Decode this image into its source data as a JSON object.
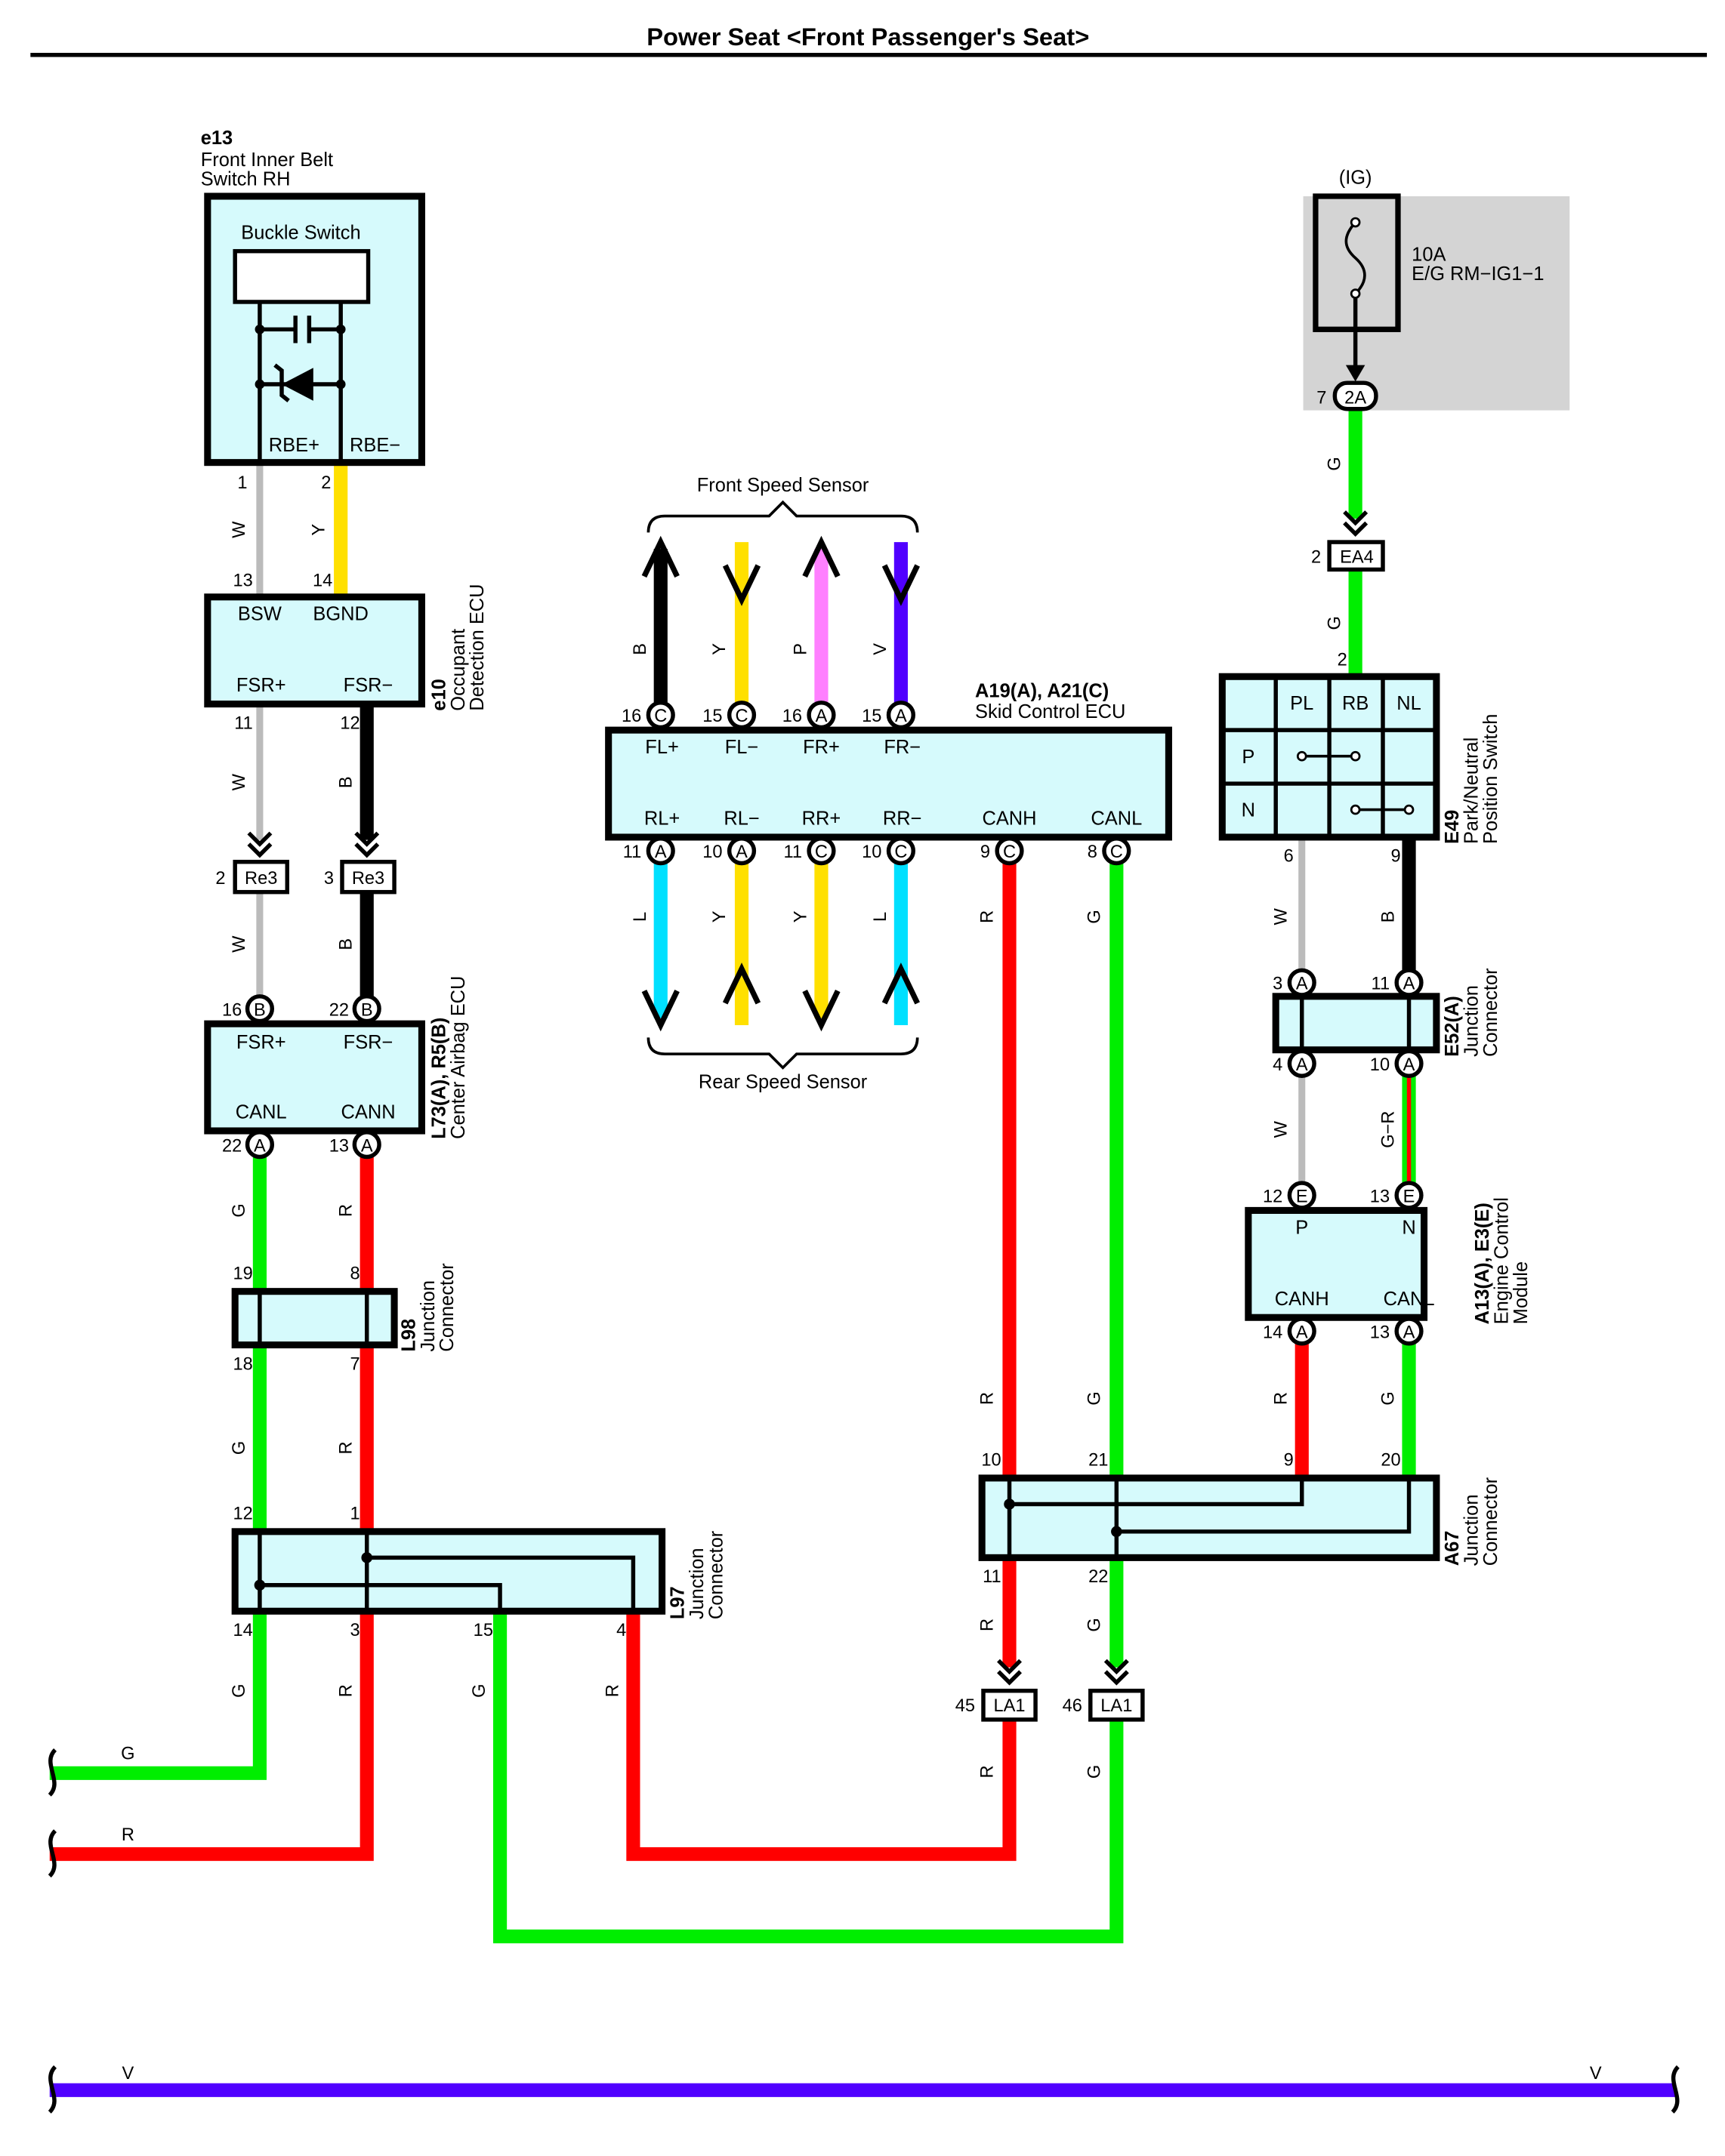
{
  "title": "Power Seat <Front Passenger's Seat>",
  "colors": {
    "G": "#00ee00",
    "R": "#ff0000",
    "W": "#bbbbbb",
    "Y": "#ffe000",
    "B": "#000000",
    "P": "#ff80ff",
    "V": "#5000ff",
    "L": "#00e0ff",
    "GR_red": "#ff0000",
    "box_fill": "#d6fafc",
    "fuse_bg": "#d4d4d4"
  },
  "components": {
    "e13": {
      "code": "e13",
      "name1": "Front Inner Belt",
      "name2": "Switch RH",
      "switch": "Buckle Switch",
      "term1": "RBE+",
      "term2": "RBE−",
      "pin1": "1",
      "pin2": "2"
    },
    "e10": {
      "code": "e10",
      "name1": "Occupant",
      "name2": "Detection ECU",
      "t_bsw": "BSW",
      "t_bgnd": "BGND",
      "t_fsrp": "FSR+",
      "t_fsrm": "FSR−",
      "p13": "13",
      "p14": "14",
      "p11": "11",
      "p12": "12"
    },
    "L73": {
      "code": "L73(A), R5(B)",
      "name": "Center Airbag ECU",
      "t_fsrp": "FSR+",
      "t_fsrm": "FSR−",
      "t_canl": "CANL",
      "t_cann": "CANN",
      "p16": "16",
      "p22": "22",
      "p22a": "22",
      "p13": "13"
    },
    "L98": {
      "code": "L98",
      "name1": "Junction",
      "name2": "Connector",
      "p19": "19",
      "p8": "8",
      "p18": "18",
      "p7": "7"
    },
    "L97": {
      "code": "L97",
      "name1": "Junction",
      "name2": "Connector",
      "p12": "12",
      "p1": "1",
      "p14": "14",
      "p3": "3",
      "p15": "15",
      "p4": "4"
    },
    "A19": {
      "code": "A19(A), A21(C)",
      "name": "Skid Control ECU",
      "t_flp": "FL+",
      "t_flm": "FL−",
      "t_frp": "FR+",
      "t_frm": "FR−",
      "t_rlp": "RL+",
      "t_rlm": "RL−",
      "t_rrp": "RR+",
      "t_rrm": "RR−",
      "t_canh": "CANH",
      "t_canl": "CANL",
      "p16c": "16",
      "p15c": "15",
      "p16a": "16",
      "p15a": "15",
      "p11a": "11",
      "p10a": "10",
      "p11c": "11",
      "p10c": "10",
      "p9c": "9",
      "p8c": "8"
    },
    "front_sensor": "Front Speed Sensor",
    "rear_sensor": "Rear Speed Sensor",
    "fuse": {
      "ig": "(IG)",
      "amp": "10A",
      "name": "E/G RM−IG1−1",
      "pin": "7",
      "conn": "2A"
    },
    "EA4": {
      "conn": "EA4",
      "pin": "2"
    },
    "E49": {
      "code": "E49",
      "name1": "Park/Neutral",
      "name2": "Position Switch",
      "pin2": "2",
      "h_pl": "PL",
      "h_rb": "RB",
      "h_nl": "NL",
      "r_p": "P",
      "r_n": "N",
      "p6": "6",
      "p9": "9"
    },
    "E52": {
      "code": "E52(A)",
      "name1": "Junction",
      "name2": "Connector",
      "p3": "3",
      "p11": "11",
      "p4": "4",
      "p10": "10"
    },
    "A13": {
      "code": "A13(A), E3(E)",
      "name1": "Engine Control",
      "name2": "Module",
      "t_p": "P",
      "t_n": "N",
      "t_canh": "CANH",
      "t_canl": "CANL",
      "p12": "12",
      "p13": "13",
      "p14": "14",
      "p13b": "13"
    },
    "A67": {
      "code": "A67",
      "name1": "Junction",
      "name2": "Connector",
      "p10": "10",
      "p21": "21",
      "p9": "9",
      "p20": "20",
      "p11": "11",
      "p22": "22"
    },
    "Re3": {
      "conn": "Re3",
      "p2": "2",
      "p3": "3"
    },
    "LA1": {
      "conn": "LA1",
      "p45": "45",
      "p46": "46"
    }
  },
  "pin_letters": {
    "A": "A",
    "B": "B",
    "C": "C",
    "E": "E"
  },
  "wire_labels": {
    "W": "W",
    "Y": "Y",
    "B": "B",
    "G": "G",
    "R": "R",
    "P": "P",
    "V": "V",
    "L": "L",
    "GR": "G−R"
  },
  "edge_labels": {
    "g": "G",
    "r": "R",
    "v_left": "V",
    "v_right": "V"
  }
}
